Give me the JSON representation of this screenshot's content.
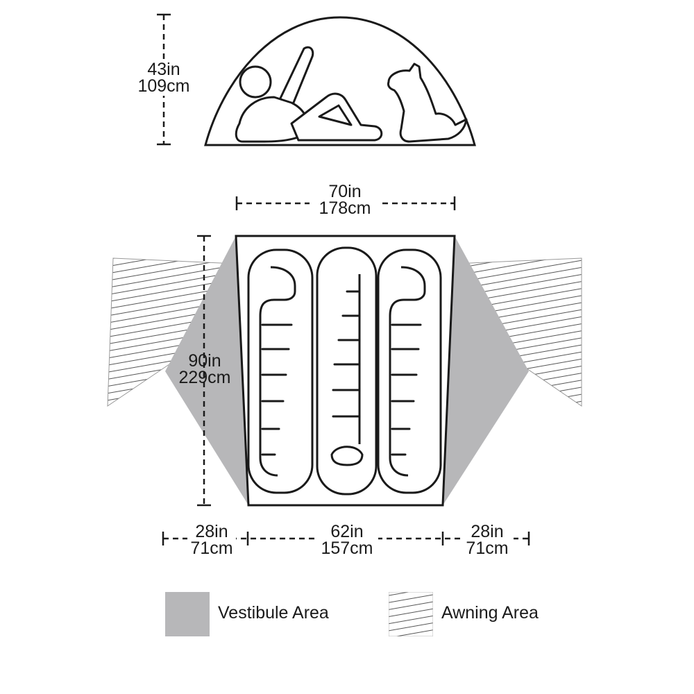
{
  "dimensions": {
    "peak_height": {
      "in": "43in",
      "cm": "109cm"
    },
    "width": {
      "in": "70in",
      "cm": "178cm"
    },
    "length": {
      "in": "90in",
      "cm": "229cm"
    },
    "left_vestibule": {
      "in": "28in",
      "cm": "71cm"
    },
    "floor_end": {
      "in": "62in",
      "cm": "157cm"
    },
    "right_vestibule": {
      "in": "28in",
      "cm": "71cm"
    }
  },
  "legend": {
    "vestibule": {
      "label": "Vestibule Area",
      "color": "#b7b7b9"
    },
    "awning": {
      "label": "Awning Area"
    }
  },
  "colors": {
    "line": "#1a1a1a",
    "vestibule": "#b7b7b9",
    "awning_hatch": "#555555"
  }
}
